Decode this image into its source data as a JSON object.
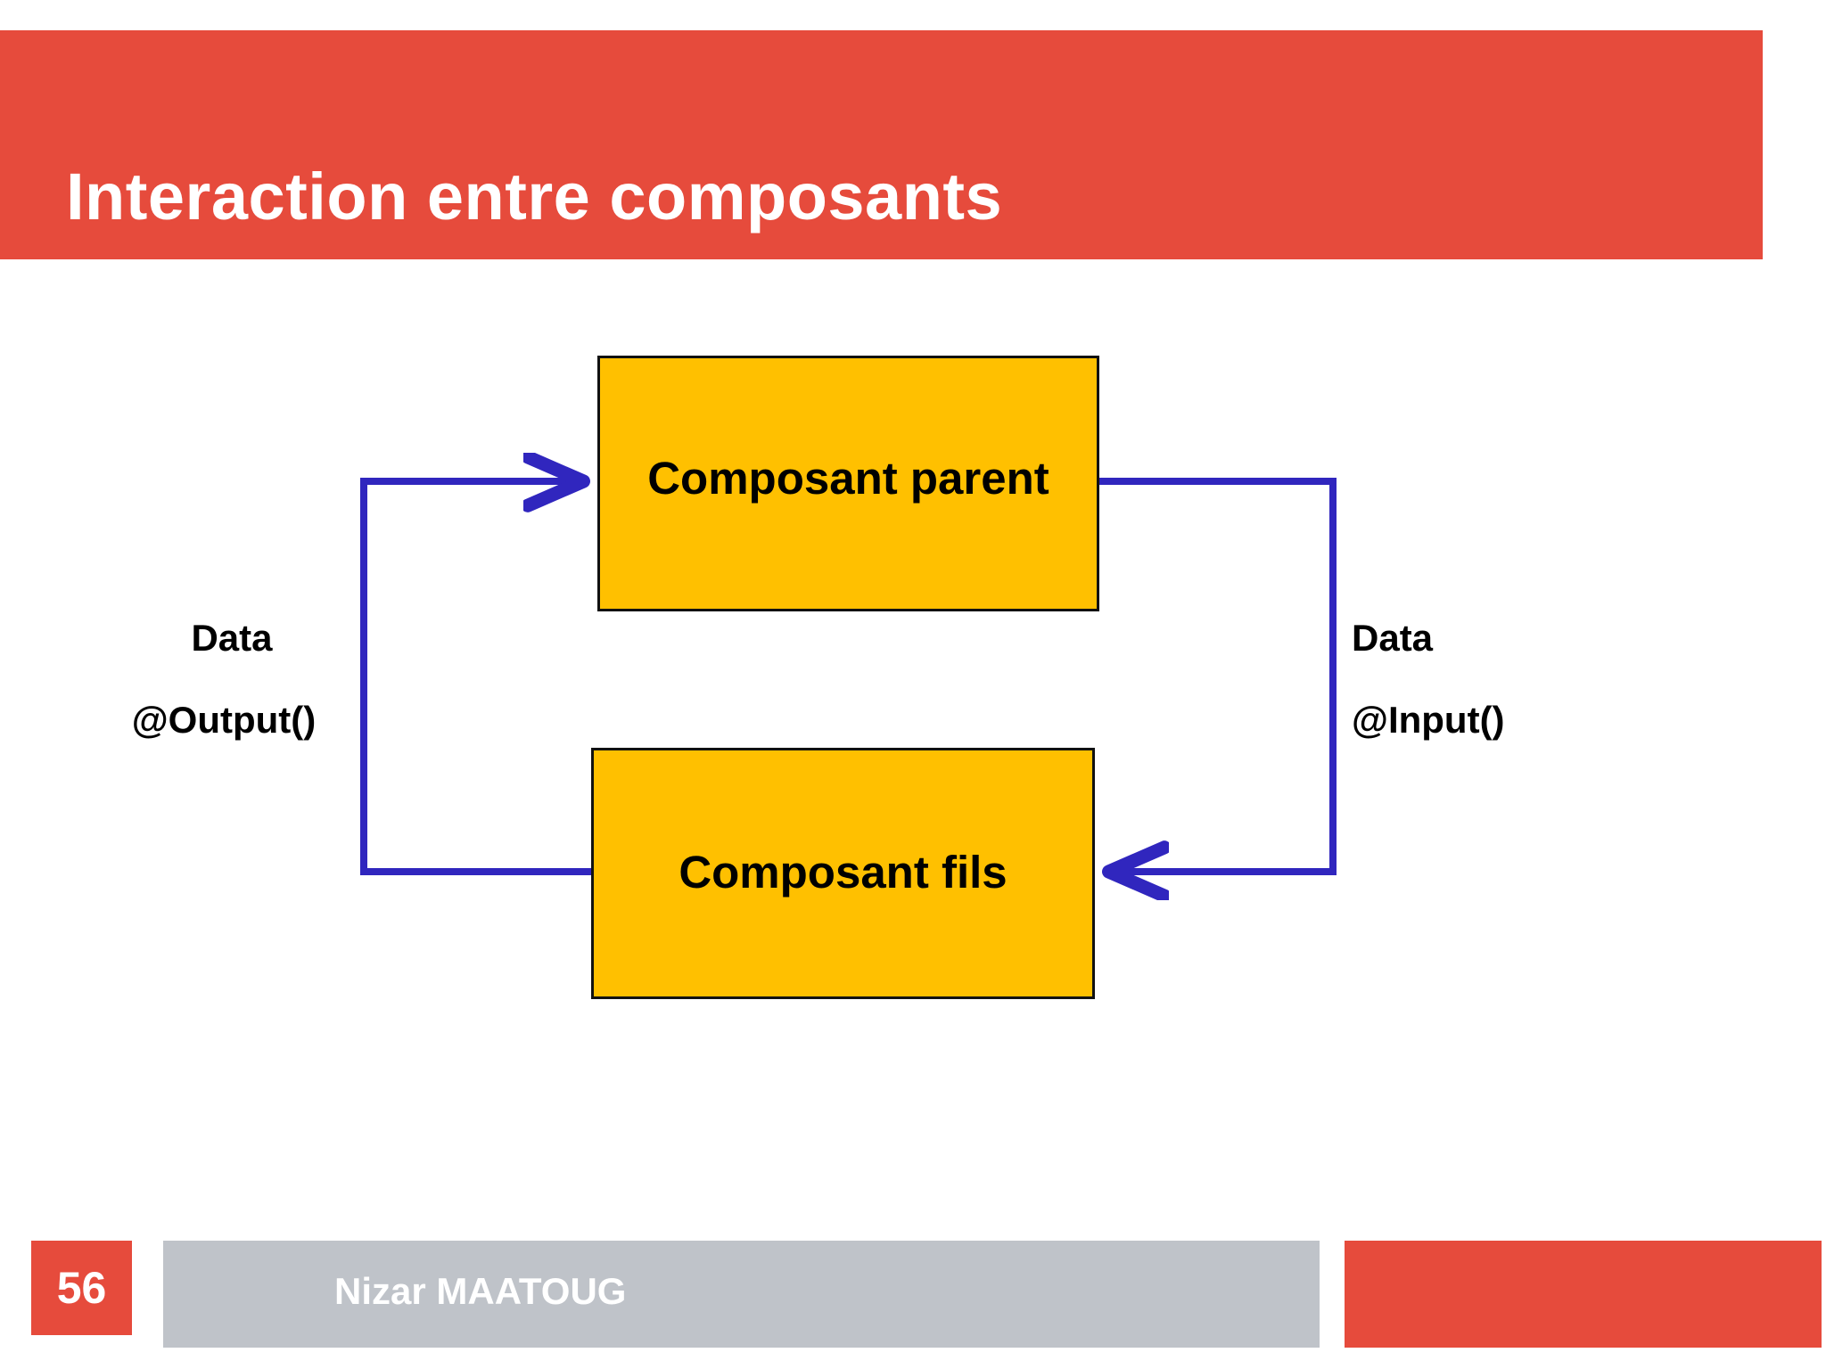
{
  "slide": {
    "title": "Interaction entre composants",
    "background_color": "#FFFFFF",
    "accent_color": "#E64B3C"
  },
  "diagram": {
    "type": "flow",
    "node_fill_color": "#FFC000",
    "node_border_color": "#111111",
    "connector_color": "#3026BE",
    "nodes": [
      {
        "id": "parent",
        "label": "Composant parent"
      },
      {
        "id": "child",
        "label": "Composant fils"
      }
    ],
    "edges": [
      {
        "id": "output-edge",
        "from": "child",
        "to": "parent",
        "side": "left",
        "data_label": "Data",
        "decorator_label": "@Output()"
      },
      {
        "id": "input-edge",
        "from": "parent",
        "to": "child",
        "side": "right",
        "data_label": "Data",
        "decorator_label": "@Input()"
      }
    ]
  },
  "footer": {
    "page_number": "56",
    "author": "Nizar MAATOUG",
    "bar_color": "#BFC3C9",
    "page_box_color": "#E64B3C",
    "accent_color": "#E64B3C"
  }
}
